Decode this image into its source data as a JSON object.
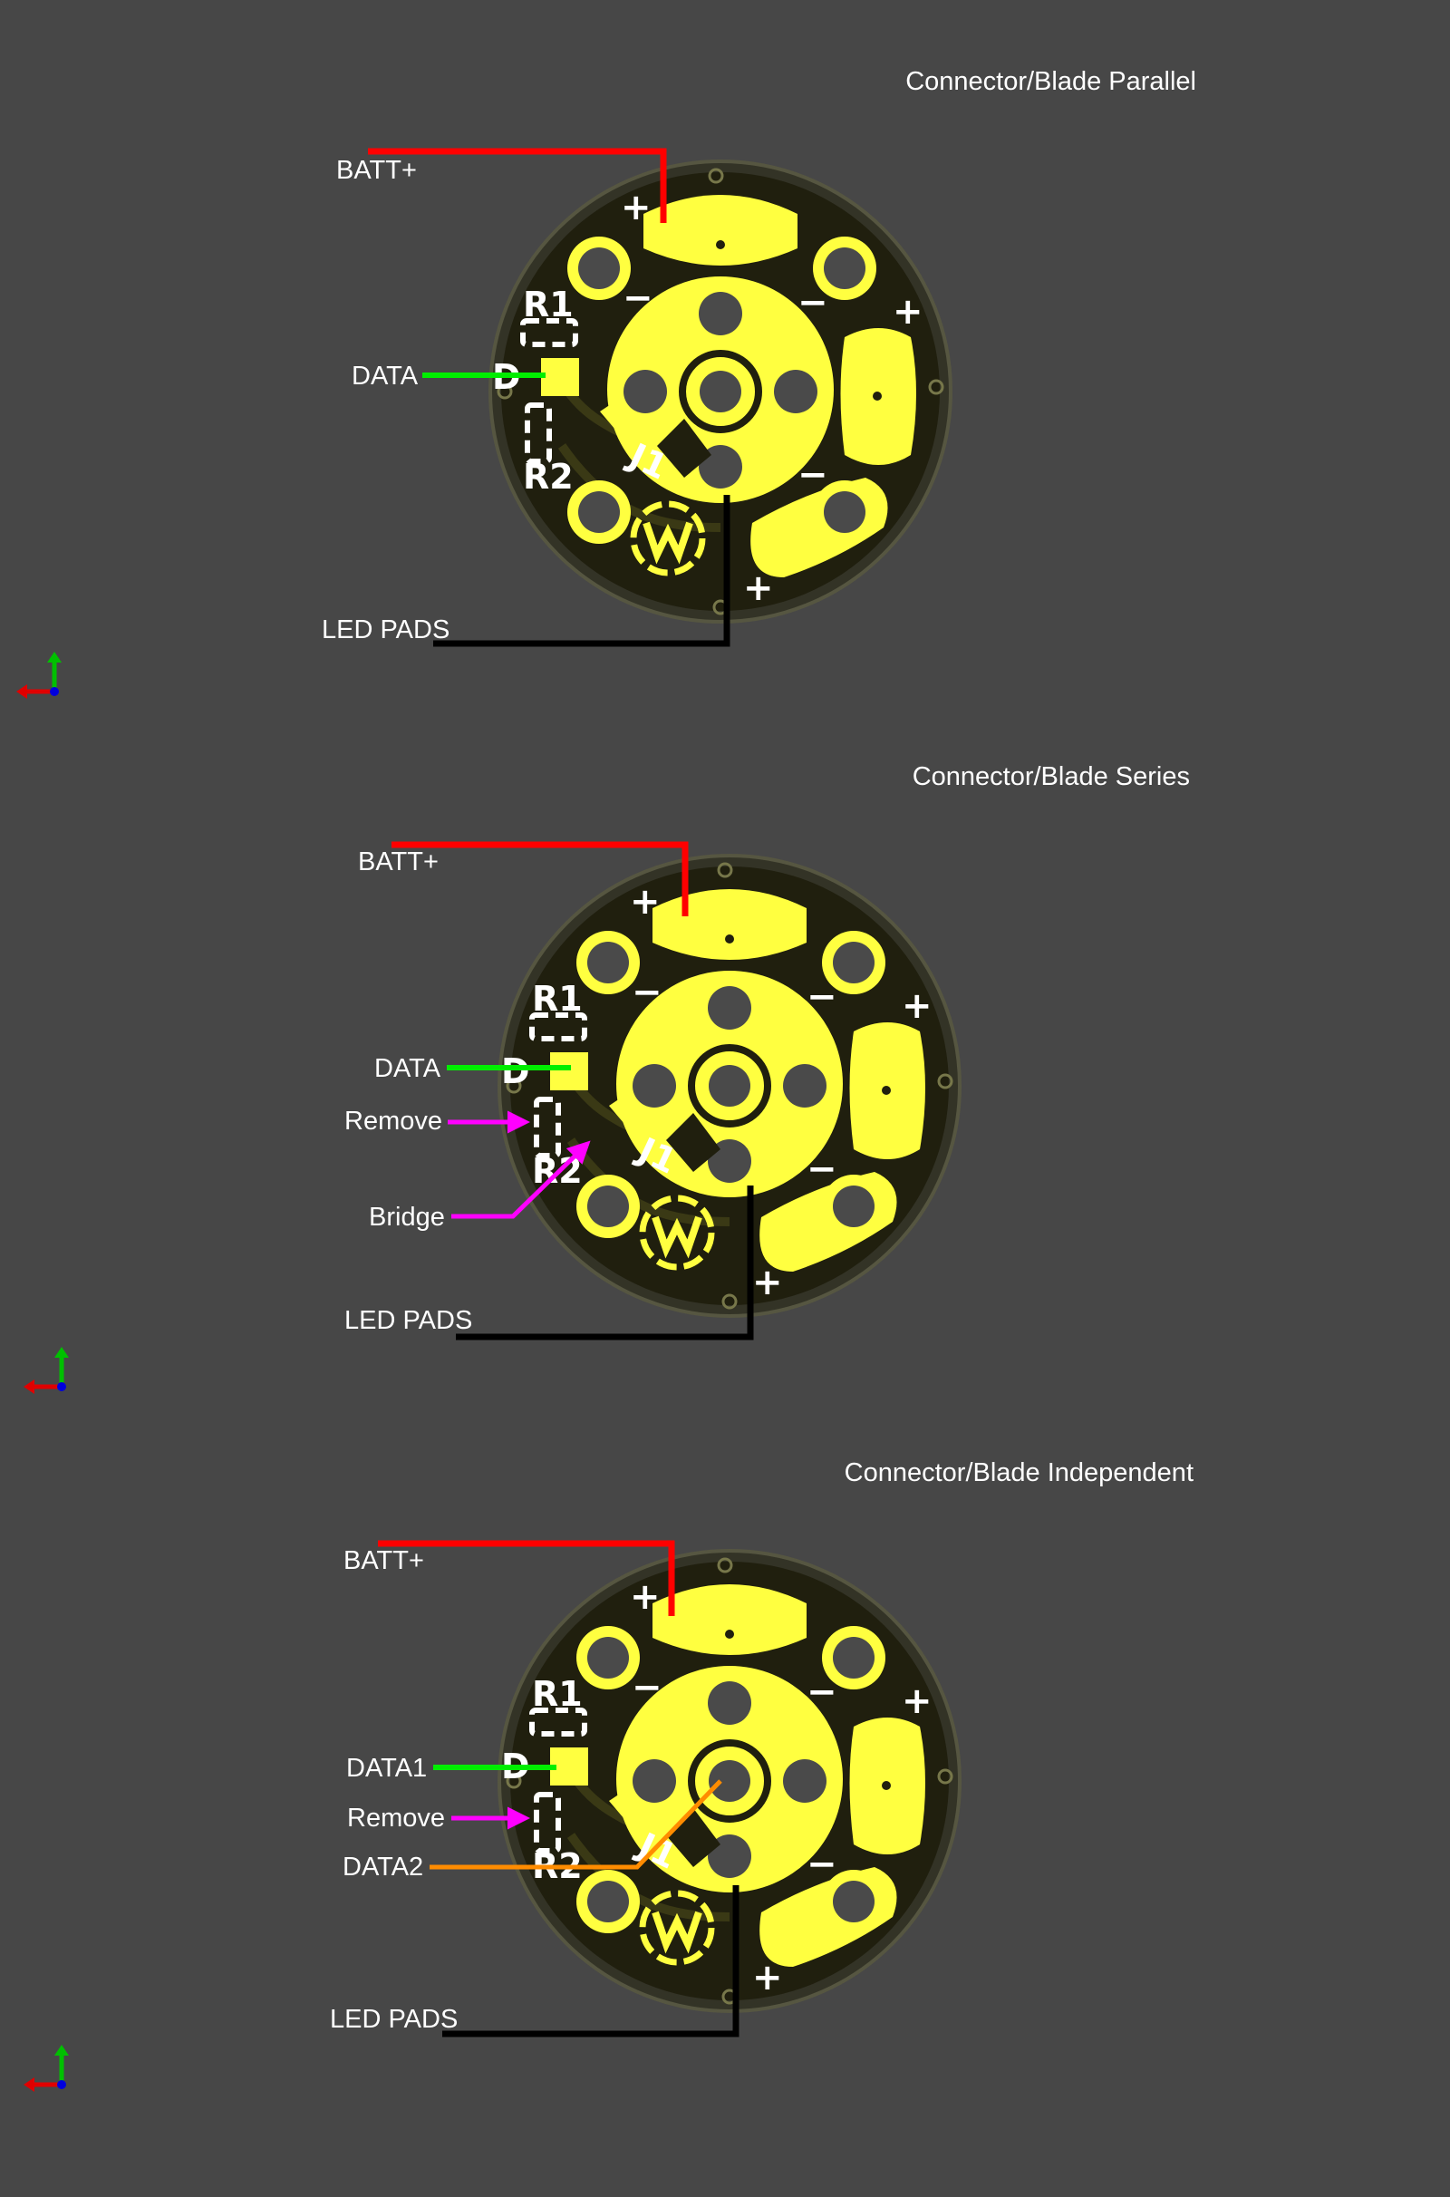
{
  "panels": [
    {
      "title": "Connector/Blade Parallel",
      "labels": {
        "batt": "BATT+",
        "led": "LED PADS",
        "data": "DATA",
        "remove": "",
        "third": ""
      },
      "silkscreen": {
        "r1": "R1",
        "r2": "R2",
        "d": "D",
        "j1": "J1",
        "plus": "+",
        "minus": "−"
      },
      "callout_colors": {
        "batt": "#ff0000",
        "data": "#00ee00",
        "led": "#000000"
      }
    },
    {
      "title": "Connector/Blade Series",
      "labels": {
        "batt": "BATT+",
        "led": "LED PADS",
        "data": "DATA",
        "remove": "Remove",
        "third": "Bridge"
      },
      "silkscreen": {
        "r1": "R1",
        "r2": "R2",
        "d": "D",
        "j1": "J1",
        "plus": "+",
        "minus": "−"
      },
      "callout_colors": {
        "batt": "#ff0000",
        "data": "#00ee00",
        "remove": "#ff00ff",
        "third": "#ff00ff",
        "led": "#000000"
      }
    },
    {
      "title": "Connector/Blade Independent",
      "labels": {
        "batt": "BATT+",
        "led": "LED PADS",
        "data": "DATA1",
        "remove": "Remove",
        "third": "DATA2"
      },
      "silkscreen": {
        "r1": "R1",
        "r2": "R2",
        "d": "D",
        "j1": "J1",
        "plus": "+",
        "minus": "−"
      },
      "callout_colors": {
        "batt": "#ff0000",
        "data": "#00ee00",
        "remove": "#ff00ff",
        "third": "#ff8c00",
        "led": "#000000"
      }
    }
  ],
  "axis_icon": {
    "name": "axis-triad-icon",
    "colors": {
      "x": "#e00000",
      "y": "#00c000",
      "z": "#0000dd"
    }
  },
  "pcb_colors": {
    "board": "#201f0e",
    "copper": "#ffff40",
    "hole": "#4a4a4a",
    "ring": "#5a5a38",
    "silk": "#ffffff"
  }
}
